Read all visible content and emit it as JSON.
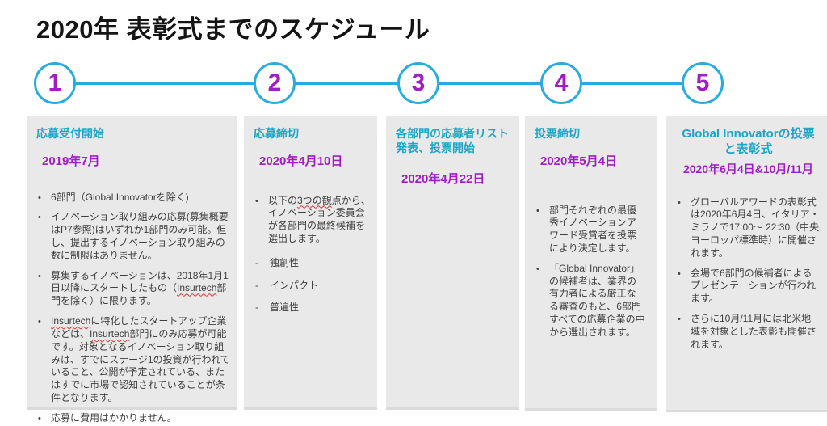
{
  "title": "2020年 表彰式までのスケジュール",
  "timeline": {
    "steps": [
      "1",
      "2",
      "3",
      "4",
      "5"
    ],
    "line_color": "#29ABE2",
    "circle_border_color": "#29ABE2",
    "number_color": "#A21CC8"
  },
  "colors": {
    "column_background": "#E9E9E9",
    "column_shadow": "#DBDBDB",
    "header_cyan": "#1CA6CC",
    "date_purple": "#A21CC8",
    "body_text": "#3F3F3F",
    "title_text": "#141414",
    "squiggle_red": "#E0342F"
  },
  "squiggle_terms": [
    "Insurtech",
    "3つの観"
  ],
  "columns": [
    {
      "header": "応募受付開始",
      "date": "2019年7月",
      "bullets": [
        "6部門（Global Innovatorを除く)",
        "イノベーション取り組みの応募(募集概要はP7参照)はいずれか1部門のみ可能。但し、提出するイノベーション取り組みの数に制限はありません。",
        "募集するイノベーションは、2018年1月1日以降にスタートしたもの（Insurtech部門を除く）に限ります。",
        "Insurtechに特化したスタートアップ企業などは、Insurtech部門にのみ応募が可能です。対象となるイノベーション取り組みは、すでにステージ1の投資が行われていること、公開が予定されている、またはすでに市場で認知されていることが条件となります。",
        "応募に費用はかかりません。"
      ],
      "dash_items": []
    },
    {
      "header": "応募締切",
      "date": "2020年4月10日",
      "bullets": [
        "以下の3つの観点から、イノベーション委員会が各部門の最終候補を選出します。"
      ],
      "dash_items": [
        "独創性",
        "インパクト",
        "普遍性"
      ]
    },
    {
      "header": "各部門の応募者リスト発表、投票開始",
      "date": "2020年4月22日",
      "bullets": [],
      "dash_items": []
    },
    {
      "header": "投票締切",
      "date": "2020年5月4日",
      "bullets": [
        "部門それぞれの最優秀イノベーションアワード受賞者を投票により決定します。",
        "「Global Innovator」の候補者は、業界の有力者による厳正なる審査のもと、6部門すべての応募企業の中から選出されます。"
      ],
      "dash_items": []
    },
    {
      "header": "Global Innovatorの投票と表彰式",
      "date": "2020年6月4日&10月/11月",
      "bullets": [
        "グローバルアワードの表彰式は2020年6月4日、イタリア・ミラノで17:00～ 22:30（中央ヨーロッパ標準時）に開催されます。",
        "会場で6部門の候補者によるプレゼンテーションが行われます。",
        "さらに10月/11月には北米地域を対象とした表彰も開催されます。"
      ],
      "dash_items": []
    }
  ]
}
